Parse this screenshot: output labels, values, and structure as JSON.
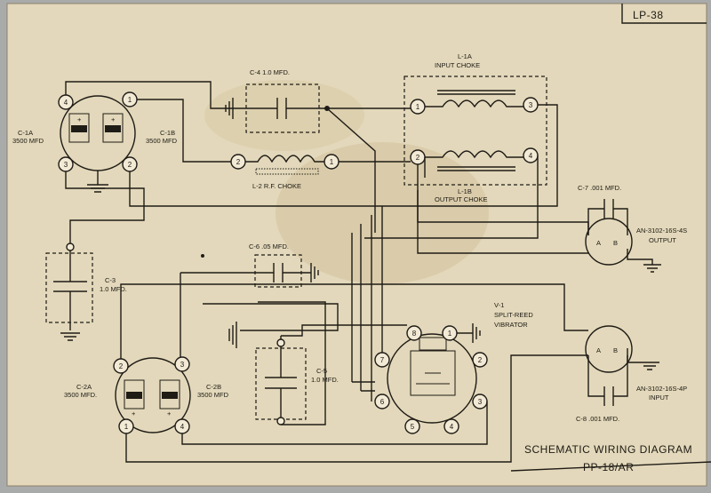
{
  "corner_label": "LP-38",
  "title_line1": "SCHEMATIC WIRING DIAGRAM",
  "title_line2": "PP-18/AR",
  "components": {
    "c1a": {
      "name": "C-1A",
      "value": "3500 MFD"
    },
    "c1b": {
      "name": "C-1B",
      "value": "3500 MFD"
    },
    "c2a": {
      "name": "C-2A",
      "value": "3500 MFD."
    },
    "c2b": {
      "name": "C-2B",
      "value": "3500 MFD"
    },
    "c3": {
      "name": "C-3",
      "value": "1.0 MFD."
    },
    "c4": {
      "label": "C-4  1.0 MFD."
    },
    "c5": {
      "name": "C-5",
      "value": "1.0 MFD."
    },
    "c6": {
      "label": "C-6 .05 MFD."
    },
    "c7": {
      "label": "C-7 .001 MFD."
    },
    "c8": {
      "label": "C-8 .001 MFD."
    },
    "l1a": {
      "name": "L-1A",
      "value": "INPUT CHOKE"
    },
    "l1b": {
      "name": "L-1B",
      "value": "OUTPUT CHOKE"
    },
    "l2": {
      "label": "L-2 R.F. CHOKE"
    },
    "v1": {
      "name": "V-1",
      "line2": "SPLIT-REED",
      "line3": "VIBRATOR"
    },
    "output_conn": {
      "name": "AN-3102-16S-4S",
      "value": "OUTPUT"
    },
    "input_conn": {
      "name": "AN-3102-16S-4P",
      "value": "INPUT"
    }
  },
  "pins": {
    "one": "1",
    "two": "2",
    "three": "3",
    "four": "4",
    "five": "5",
    "six": "6",
    "seven": "7",
    "eight": "8",
    "a": "A",
    "b": "B",
    "plus": "+"
  }
}
